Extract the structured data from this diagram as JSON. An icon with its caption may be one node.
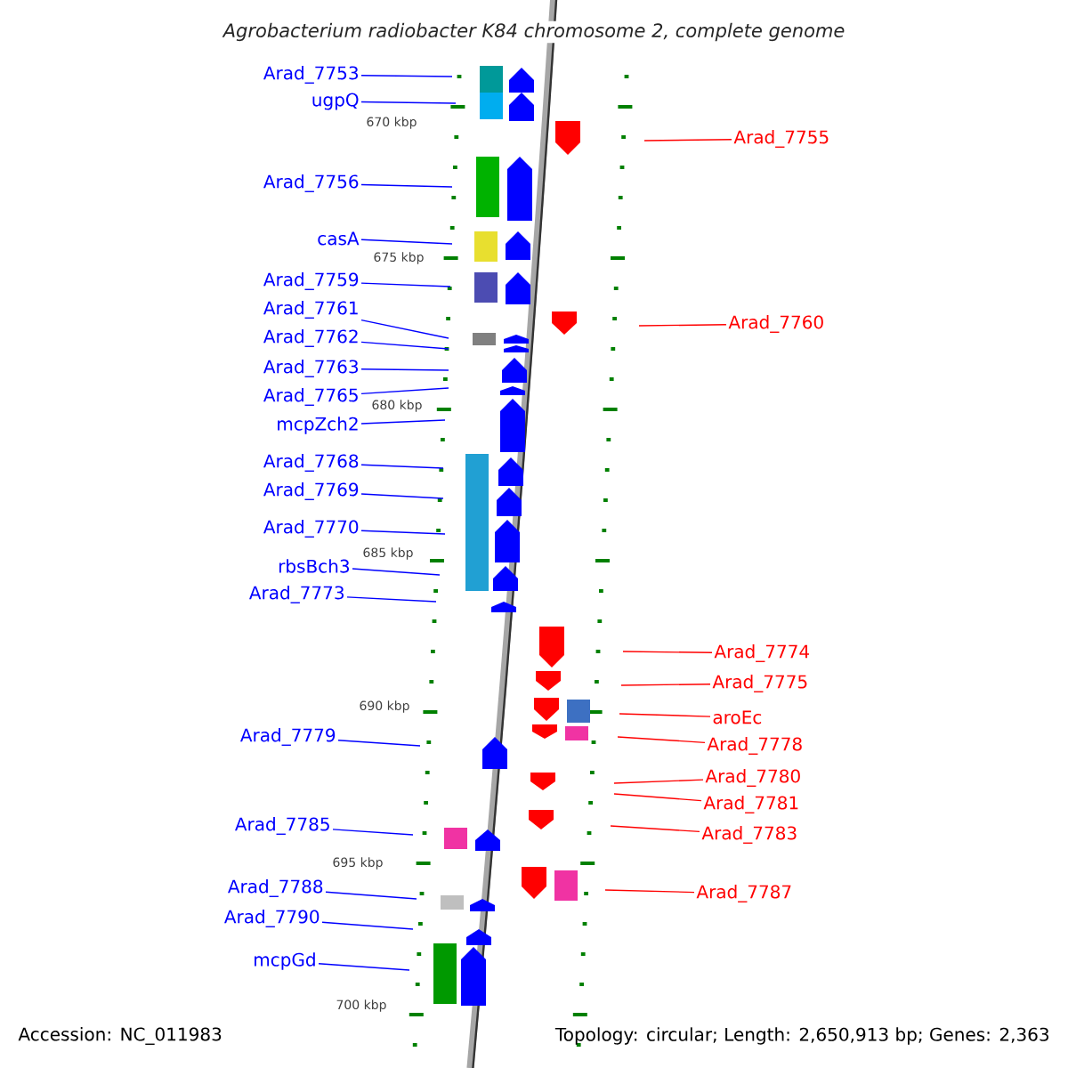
{
  "diagram": {
    "title": "Agrobacterium radiobacter K84 chromosome 2, complete genome",
    "nodes": [
      {
        "text": [
          "Arad_7753"
        ]
      },
      {
        "text": [
          "ugpQ"
        ]
      },
      {
        "text": [
          "Arad_7756"
        ]
      },
      {
        "text": [
          "casA"
        ]
      },
      {
        "text": [
          "Arad_7759"
        ]
      },
      {
        "text": [
          "Arad_7761"
        ]
      },
      {
        "text": [
          "Arad_7762"
        ]
      },
      {
        "text": [
          "Arad_7763"
        ]
      },
      {
        "text": [
          "Arad_7765"
        ]
      },
      {
        "text": [
          "mcpZch2"
        ]
      },
      {
        "text": [
          "Arad_7768"
        ]
      },
      {
        "text": [
          "Arad_7769"
        ]
      },
      {
        "text": [
          "Arad_7770"
        ]
      },
      {
        "text": [
          "rbsBch3"
        ]
      },
      {
        "text": [
          "Arad_7773"
        ]
      },
      {
        "text": [
          "Arad_7779"
        ]
      },
      {
        "text": [
          "Arad_7785"
        ]
      },
      {
        "text": [
          "Arad_7788"
        ]
      },
      {
        "text": [
          "Arad_7790"
        ]
      },
      {
        "text": [
          "mcpGd"
        ]
      },
      {
        "text": [
          "Arad_7755"
        ]
      },
      {
        "text": [
          "Arad_7760"
        ]
      },
      {
        "text": [
          "Arad_7774"
        ]
      },
      {
        "text": [
          "Arad_7775"
        ]
      },
      {
        "text": [
          "aroEc"
        ]
      },
      {
        "text": [
          "Arad_7778"
        ]
      },
      {
        "text": [
          "Arad_7780"
        ]
      },
      {
        "text": [
          "Arad_7781"
        ]
      },
      {
        "text": [
          "Arad_7783"
        ]
      },
      {
        "text": [
          "Arad_7787"
        ]
      }
    ],
    "edges": [
      {
        "from": 0,
        "to": null,
        "arrow": "none"
      },
      {
        "from": 1,
        "to": null,
        "arrow": "none"
      },
      {
        "from": 2,
        "to": null,
        "arrow": "none"
      },
      {
        "from": 3,
        "to": null,
        "arrow": "none"
      },
      {
        "from": 4,
        "to": null,
        "arrow": "none"
      },
      {
        "from": 5,
        "to": null,
        "arrow": "none"
      },
      {
        "from": 6,
        "to": null,
        "arrow": "none"
      },
      {
        "from": 7,
        "to": null,
        "arrow": "none"
      },
      {
        "from": 8,
        "to": null,
        "arrow": "none"
      },
      {
        "from": 9,
        "to": null,
        "arrow": "none"
      },
      {
        "from": 10,
        "to": null,
        "arrow": "none"
      },
      {
        "from": 11,
        "to": null,
        "arrow": "none"
      },
      {
        "from": 12,
        "to": null,
        "arrow": "none"
      },
      {
        "from": 13,
        "to": null,
        "arrow": "none"
      },
      {
        "from": 14,
        "to": null,
        "arrow": "none"
      },
      {
        "from": 15,
        "to": null,
        "arrow": "none"
      },
      {
        "from": 16,
        "to": null,
        "arrow": "none"
      },
      {
        "from": 17,
        "to": null,
        "arrow": "none"
      },
      {
        "from": 18,
        "to": null,
        "arrow": "none"
      },
      {
        "from": 19,
        "to": null,
        "arrow": "none"
      },
      {
        "from": 20,
        "to": null,
        "arrow": "none",
        "color": "#ff0000"
      },
      {
        "from": 21,
        "to": null,
        "arrow": "none",
        "color": "#ff0000"
      },
      {
        "from": 22,
        "to": null,
        "arrow": "none",
        "color": "#ff0000"
      },
      {
        "from": 23,
        "to": null,
        "arrow": "none",
        "color": "#ff0000"
      },
      {
        "from": 24,
        "to": null,
        "arrow": "none",
        "color": "#ff0000"
      },
      {
        "from": 25,
        "to": null,
        "arrow": "none",
        "color": "#ff0000"
      },
      {
        "from": 26,
        "to": null,
        "arrow": "none",
        "color": "#ff0000"
      },
      {
        "from": 27,
        "to": null,
        "arrow": "none",
        "color": "#ff0000"
      },
      {
        "from": 28,
        "to": null,
        "arrow": "none",
        "color": "#ff0000"
      },
      {
        "from": 29,
        "to": null,
        "arrow": "none",
        "color": "#ff0000"
      }
    ],
    "labels": [
      "670 kbp",
      "675 kbp",
      "680 kbp",
      "685 kbp",
      "690 kbp",
      "695 kbp",
      "700 kbp",
      "Accession: NC_011983",
      "Topology: circular; Length: 2,650,913 bp; Genes: 2,363"
    ]
  }
}
